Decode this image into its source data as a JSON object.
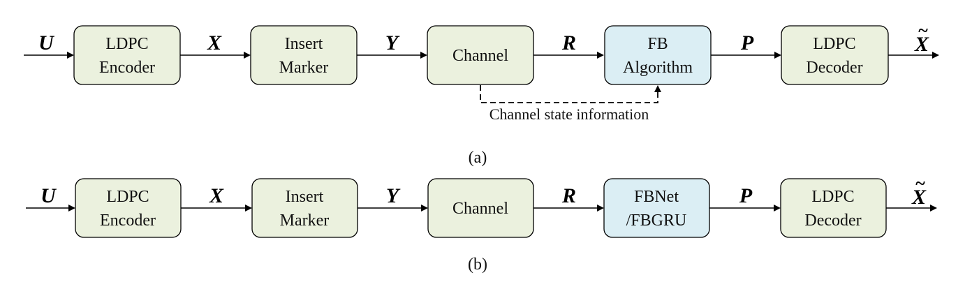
{
  "diagram_a": {
    "caption": "(a)",
    "signals": [
      "U",
      "X",
      "Y",
      "R",
      "P",
      "X"
    ],
    "blocks": [
      {
        "line1": "LDPC",
        "line2": "Encoder",
        "color": "#ebf1de"
      },
      {
        "line1": "Insert",
        "line2": "Marker",
        "color": "#ebf1de"
      },
      {
        "line1": "Channel",
        "line2": "",
        "color": "#ebf1de"
      },
      {
        "line1": "FB",
        "line2": "Algorithm",
        "color": "#dbeef4"
      },
      {
        "line1": "LDPC",
        "line2": "Decoder",
        "color": "#ebf1de"
      }
    ],
    "feedback_label": "Channel state information"
  },
  "diagram_b": {
    "caption": "(b)",
    "signals": [
      "U",
      "X",
      "Y",
      "R",
      "P",
      "X"
    ],
    "blocks": [
      {
        "line1": "LDPC",
        "line2": "Encoder",
        "color": "#ebf1de"
      },
      {
        "line1": "Insert",
        "line2": "Marker",
        "color": "#ebf1de"
      },
      {
        "line1": "Channel",
        "line2": "",
        "color": "#ebf1de"
      },
      {
        "line1": "FBNet",
        "line2": "/FBGRU",
        "color": "#dbeef4"
      },
      {
        "line1": "LDPC",
        "line2": "Decoder",
        "color": "#ebf1de"
      }
    ]
  },
  "tilde_mark": "~"
}
